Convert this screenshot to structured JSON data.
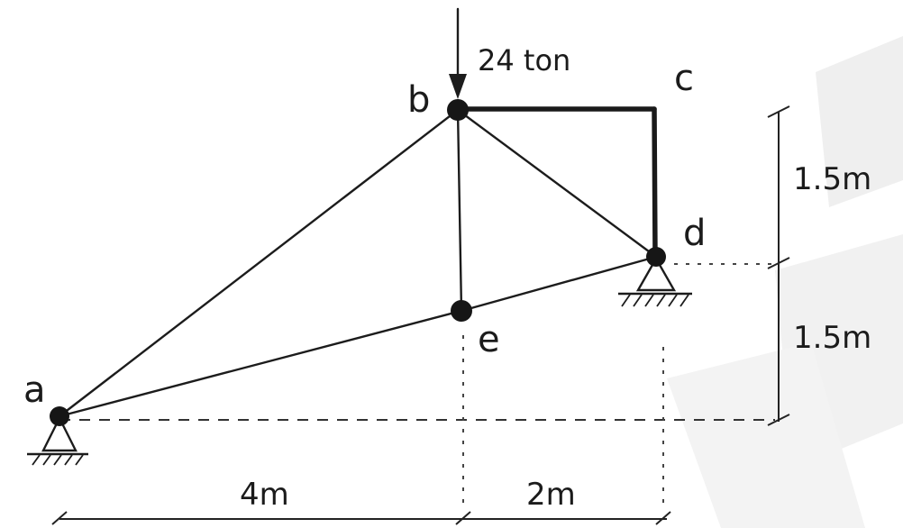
{
  "diagram": {
    "nodes": [
      {
        "id": "a",
        "label": "a"
      },
      {
        "id": "b",
        "label": "b"
      },
      {
        "id": "c",
        "label": "c"
      },
      {
        "id": "d",
        "label": "d"
      },
      {
        "id": "e",
        "label": "e"
      }
    ],
    "members": [
      [
        "a",
        "b"
      ],
      [
        "a",
        "e"
      ],
      [
        "e",
        "d"
      ],
      [
        "b",
        "e"
      ],
      [
        "b",
        "d"
      ],
      [
        "b",
        "c"
      ],
      [
        "c",
        "d"
      ]
    ],
    "supports": [
      "a",
      "d"
    ],
    "load": {
      "node": "b",
      "label": "24 ton"
    },
    "dimensions": {
      "horizontal": [
        "4m",
        "2m"
      ],
      "vertical": [
        "1.5m",
        "1.5m"
      ]
    }
  },
  "colors": {
    "ink": "#1c1c1c",
    "watermark": "#ececec"
  }
}
